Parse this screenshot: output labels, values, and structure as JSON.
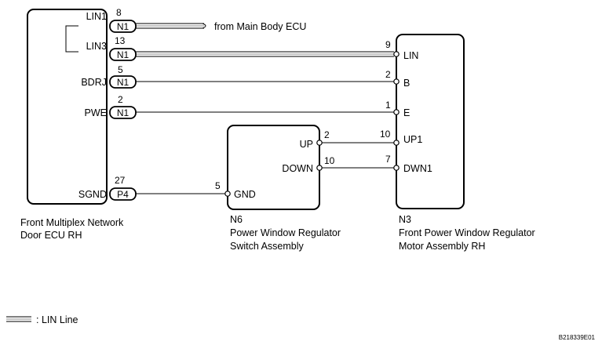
{
  "ecu": {
    "name_line1": "Front Multiplex Network",
    "name_line2": "Door ECU RH",
    "terminals": [
      {
        "label": "LIN1",
        "pin": "8",
        "connector": "N1"
      },
      {
        "label": "LIN3",
        "pin": "13",
        "connector": "N1"
      },
      {
        "label": "BDRJ",
        "pin": "5",
        "connector": "N1"
      },
      {
        "label": "PWE",
        "pin": "2",
        "connector": "N1"
      },
      {
        "label": "SGND",
        "pin": "27",
        "connector": "P4"
      }
    ]
  },
  "from_label": "from Main Body ECU",
  "switch": {
    "code": "N6",
    "name_line1": "Power Window Regulator",
    "name_line2": "Switch Assembly",
    "terminals": [
      {
        "label": "UP",
        "pin": "2"
      },
      {
        "label": "DOWN",
        "pin": "10"
      },
      {
        "label": "GND",
        "pin": "5"
      }
    ]
  },
  "motor": {
    "code": "N3",
    "name_line1": "Front Power Window Regulator",
    "name_line2": "Motor Assembly RH",
    "terminals": [
      {
        "label": "LIN",
        "pin": "9"
      },
      {
        "label": "B",
        "pin": "2"
      },
      {
        "label": "E",
        "pin": "1"
      },
      {
        "label": "UP1",
        "pin": "10"
      },
      {
        "label": "DWN1",
        "pin": "7"
      }
    ]
  },
  "legend": {
    "label": ": LIN Line"
  },
  "figure_id": "B218339E01"
}
